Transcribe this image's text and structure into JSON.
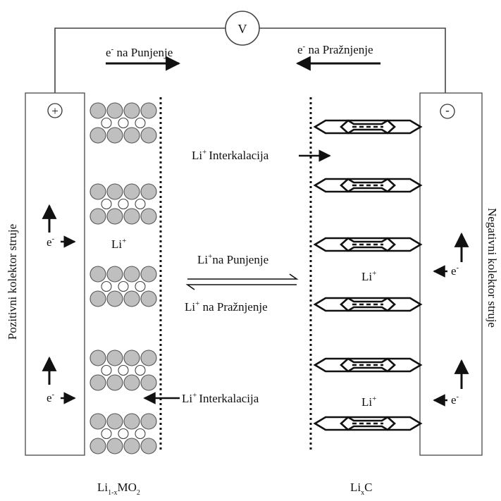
{
  "voltmeter": {
    "label": "V"
  },
  "electron_flow": {
    "charge": {
      "prefix": "e",
      "sup": "-",
      "text": " na Punjenje"
    },
    "discharge": {
      "prefix": "e",
      "sup": "-",
      "text": " na Pražnjenje"
    }
  },
  "positive_collector": {
    "sign": "+",
    "label": "Pozitivni kolektor struje",
    "electron_prefix": "e",
    "electron_sup": "-"
  },
  "negative_collector": {
    "sign": "-",
    "label": "Negativni kolektor struje",
    "electron_prefix": "e",
    "electron_sup": "-"
  },
  "ions": {
    "li": "Li",
    "plus": "+"
  },
  "labels": {
    "intercalation_top": "Interkalacija",
    "intercalation_bottom": "Interkalacija",
    "charging": "na Punjenje",
    "discharging": " na Pražnjenje"
  },
  "cathode": {
    "main": "Li",
    "sub": "1-x",
    "rest": "MO",
    "sub2": "2"
  },
  "anode": {
    "main": "Li",
    "sub": "x",
    "rest": "C"
  }
}
